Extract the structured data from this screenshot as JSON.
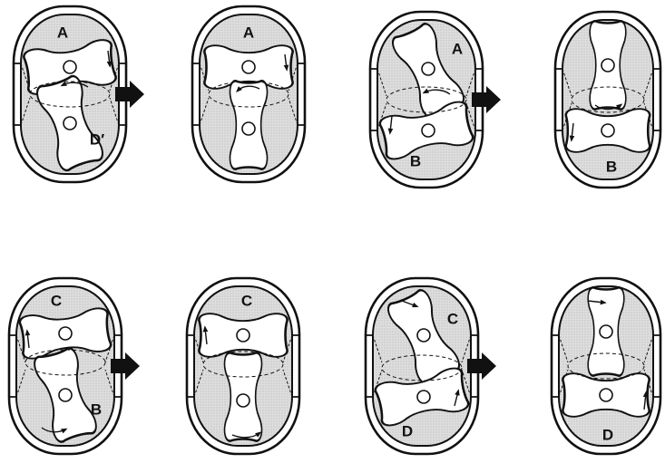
{
  "figure": {
    "panels": [
      {
        "id": "p1",
        "labels": [
          "A",
          "D′"
        ],
        "outlet_arrow": true
      },
      {
        "id": "p2",
        "labels": [
          "A"
        ],
        "outlet_arrow": false
      },
      {
        "id": "p3",
        "labels": [
          "A",
          "B"
        ],
        "outlet_arrow": true
      },
      {
        "id": "p4",
        "labels": [
          "B"
        ],
        "outlet_arrow": false
      },
      {
        "id": "p5",
        "labels": [
          "C",
          "B"
        ],
        "outlet_arrow": true
      },
      {
        "id": "p6",
        "labels": [
          "C"
        ],
        "outlet_arrow": false
      },
      {
        "id": "p7",
        "labels": [
          "C",
          "D"
        ],
        "outlet_arrow": true
      },
      {
        "id": "p8",
        "labels": [
          "D"
        ],
        "outlet_arrow": false
      }
    ],
    "colors": {
      "ink": "#111111",
      "fill": "#dcdcdc",
      "background": "#ffffff"
    }
  }
}
